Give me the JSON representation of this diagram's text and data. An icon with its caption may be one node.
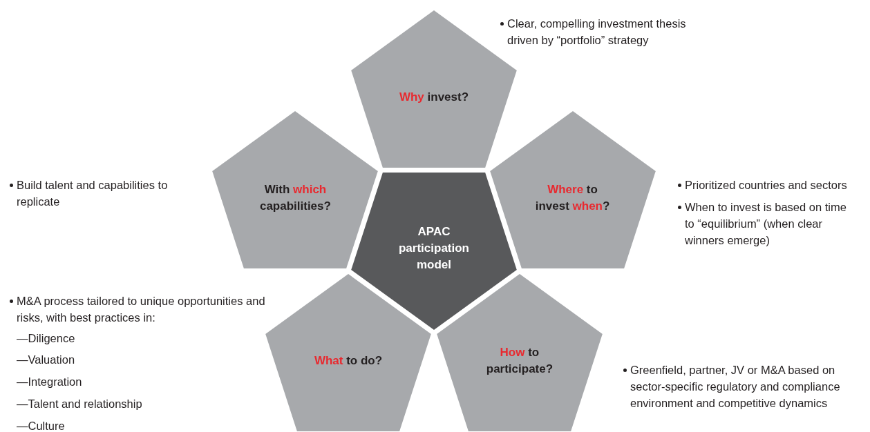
{
  "diagram": {
    "nodes": [
      {
        "text": [
          "*Why* invest?"
        ],
        "beside": [
          "Clear, compelling investment thesis driven by “portfolio” strategy"
        ]
      },
      {
        "text": [
          "With *which* capabilities?"
        ],
        "beside": [
          "Build talent and capabilities to replicate"
        ]
      },
      {
        "text": [
          "*Where* to invest *when*?"
        ],
        "beside": [
          "Prioritized countries and sectors",
          "When to invest is based on time to “equilibrium” (when clear winners emerge)"
        ]
      },
      {
        "text": [
          "APAC participation model"
        ]
      },
      {
        "text": [
          "*What* to do?"
        ],
        "beside": [
          "M&A process tailored to unique opportunities and risks, with best practices in:",
          "—Diligence",
          "—Valuation",
          "—Integration",
          "—Talent and relationship",
          "—Culture"
        ]
      },
      {
        "text": [
          "*How* to participate?"
        ],
        "beside": [
          "Greenfield, partner, JV or M&A based on sector-specific regulatory and compliance environment and competitive dynamics"
        ]
      }
    ],
    "edges": []
  }
}
